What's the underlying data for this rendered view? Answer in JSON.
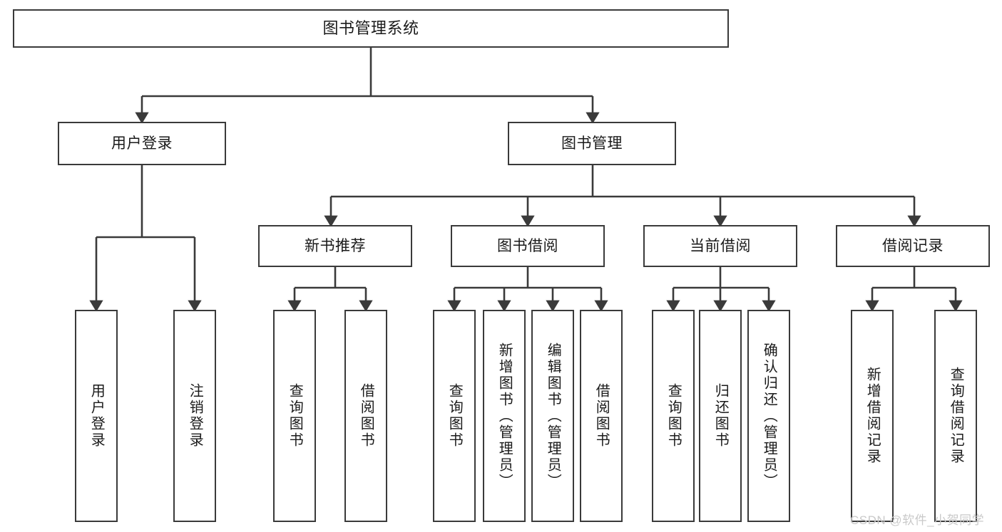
{
  "diagram": {
    "title": "图书管理系统",
    "type": "tree-hierarchy-diagram",
    "colors": {
      "box_border": "#3a3a3a",
      "box_fill": "#ffffff",
      "connector": "#3a3a3a",
      "text": "#1a1a1a",
      "watermark": "#c9c9c9",
      "background": "#ffffff"
    },
    "nodes": {
      "root": {
        "label": "图书管理系统"
      },
      "level2": [
        {
          "label": "用户登录"
        },
        {
          "label": "图书管理"
        }
      ],
      "level3": [
        {
          "label": "新书推荐"
        },
        {
          "label": "图书借阅"
        },
        {
          "label": "当前借阅"
        },
        {
          "label": "借阅记录"
        }
      ],
      "leaves_user_login": [
        {
          "label": "用户登录"
        },
        {
          "label": "注销登录"
        }
      ],
      "leaves_new_book": [
        {
          "label": "查询图书"
        },
        {
          "label": "借阅图书"
        }
      ],
      "leaves_book_borrow": [
        {
          "label": "查询图书"
        },
        {
          "label": "新增图书（管理员）"
        },
        {
          "label": "编辑图书（管理员）"
        },
        {
          "label": "借阅图书"
        }
      ],
      "leaves_current_borrow": [
        {
          "label": "查询图书"
        },
        {
          "label": "归还图书"
        },
        {
          "label": "确认归还（管理员）"
        }
      ],
      "leaves_borrow_record": [
        {
          "label": "新增借阅记录"
        },
        {
          "label": "查询借阅记录"
        }
      ]
    },
    "watermark": "CSDN @软件_小贺同学"
  }
}
